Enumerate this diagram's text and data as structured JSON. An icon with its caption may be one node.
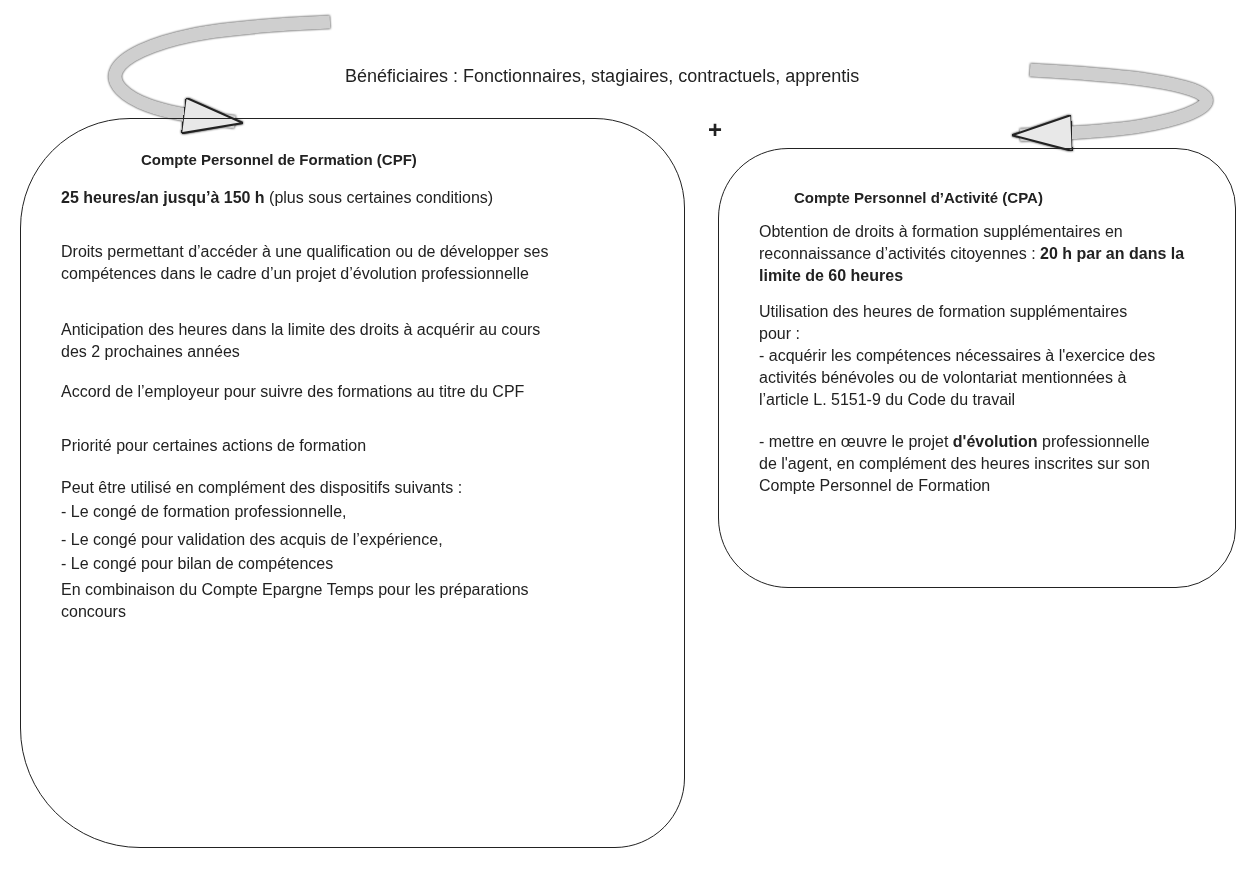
{
  "diagram": {
    "nodes": [
      {
        "text": [
          "Compte Personnel de Formation (CPF)",
          "**25 heures/an jusqu’à  150 h** (plus sous certaines conditions)",
          "Droits permettant d’accéder à une qualification ou de développer ses compétences dans le cadre d’un projet d’évolution professionnelle",
          "Anticipation des heures dans la limite des droits à acquérir au cours des 2 prochaines années",
          "Accord de l’employeur pour suivre des formations au titre du CPF",
          "Priorité pour certaines actions de formation",
          "Peut être utilisé en complément des dispositifs suivants :",
          "- Le congé de formation professionnelle,",
          "- Le congé pour validation des acquis de l’expérience,",
          "- Le congé pour bilan de compétences",
          "En combinaison du Compte Epargne Temps pour les préparations concours"
        ]
      },
      {
        "text": [
          "Compte Personnel d’Activité (CPA)",
          "Obtention de droits à formation supplémentaires en reconnaissance d’activités citoyennes : **20 h par an dans la limite de 60 heures**",
          "Utilisation des heures de formation supplémentaires pour :",
          "- acquérir les compétences nécessaires à l'exercice des activités bénévoles ou de volontariat mentionnées à l’article L. 5151-9 du Code du travail",
          "- mettre en œuvre le projet **d'évolution** professionnelle de l'agent, en complément des heures inscrites sur son Compte Personnel de Formation"
        ]
      }
    ],
    "edges": [
      {
        "from": null,
        "to": 0,
        "arrow": "to"
      },
      {
        "from": null,
        "to": 1,
        "arrow": "to"
      }
    ],
    "labels": [
      "Bénéficiaires : Fonctionnaires, stagiaires, contractuels, apprentis",
      "+"
    ]
  }
}
